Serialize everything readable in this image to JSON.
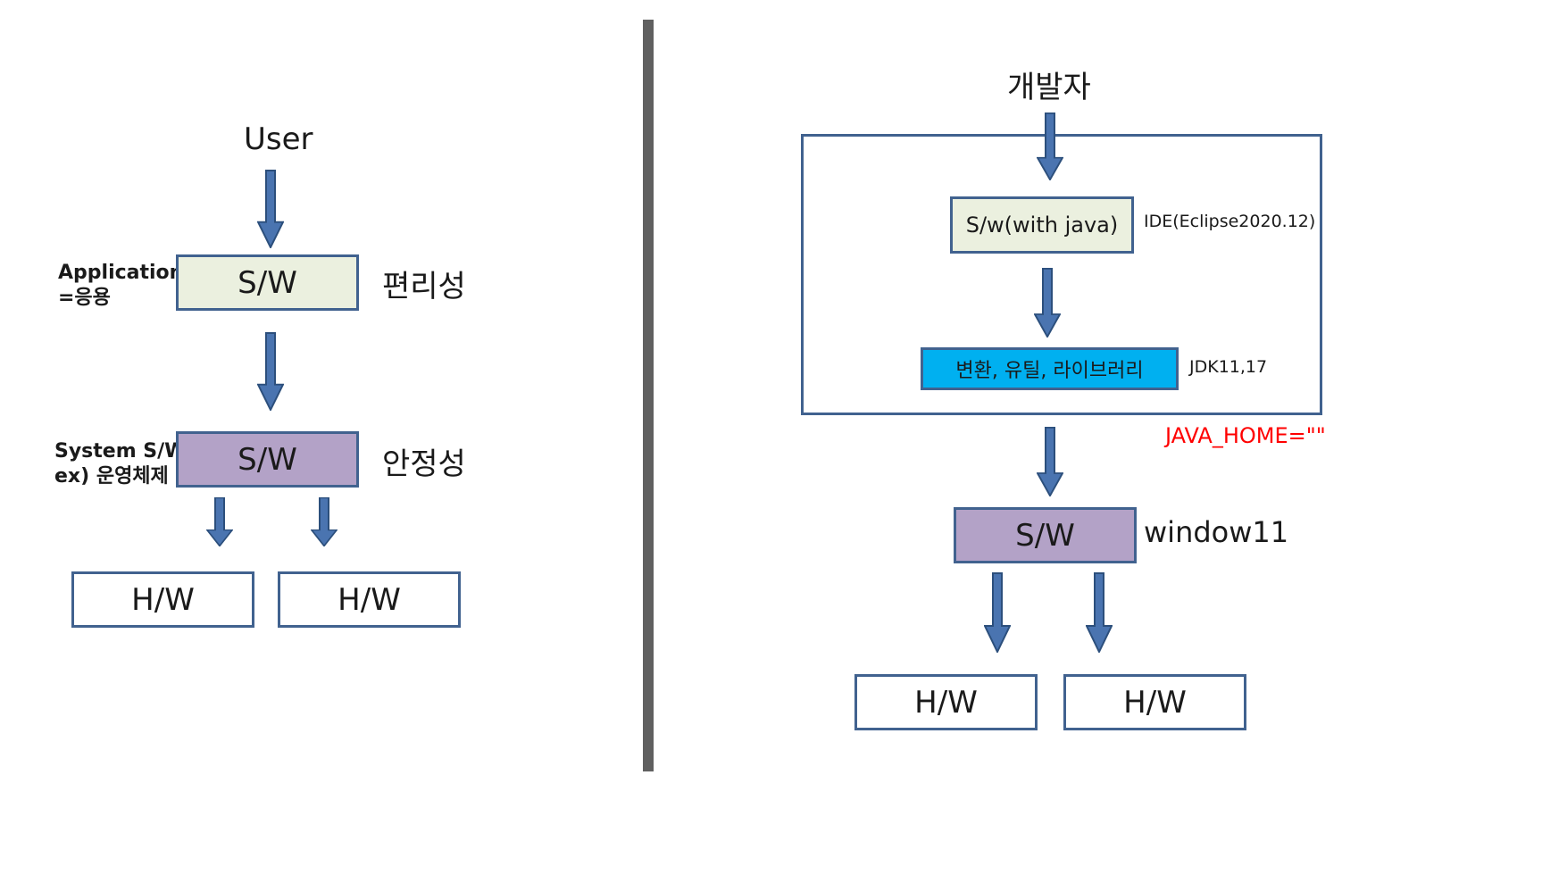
{
  "colors": {
    "arrow_fill": "#4a74b0",
    "arrow_stroke": "#2c4f7c",
    "box_border": "#41628f",
    "application_box_fill": "#ebf0df",
    "system_box_fill": "#b3a2c7",
    "hw_box_fill": "#ffffff",
    "library_box_fill": "#00b0f0",
    "divider": "#606060",
    "java_home_text": "#ff0000"
  },
  "left": {
    "top_label": "User",
    "application_label_line1": "Application",
    "application_label_line2": "=응용",
    "application_box": "S/W",
    "application_note": "편리성",
    "system_label_line1": "System S/W",
    "system_label_line2": "ex) 운영체제",
    "system_box": "S/W",
    "system_note": "안정성",
    "hw_boxes": [
      "H/W",
      "H/W"
    ]
  },
  "right": {
    "top_label": "개발자",
    "ide_box": "S/w(with java)",
    "ide_note": "IDE(Eclipse2020.12)",
    "jdk_box": "변환, 유틸, 라이브러리",
    "jdk_note": "JDK11,17",
    "java_home": "JAVA_HOME=\"\"",
    "os_box": "S/W",
    "os_note": "window11",
    "hw_boxes": [
      "H/W",
      "H/W"
    ]
  }
}
